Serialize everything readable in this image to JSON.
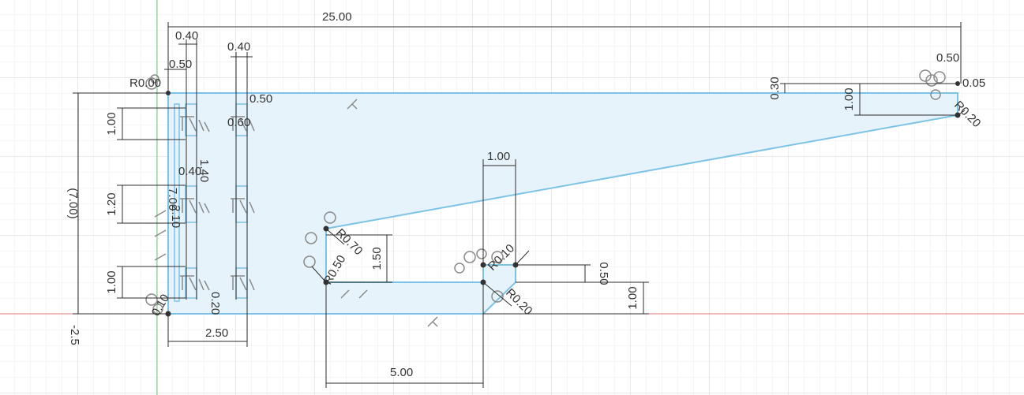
{
  "colors": {
    "grid_minor": "#ececec",
    "grid_major": "#d9d9d9",
    "profile_fill": "#e6f3fb",
    "profile_stroke": "#7cc3e6",
    "x_axis": "#e07a7a",
    "y_axis": "#7ad07a",
    "dimension": "#2d2d2d"
  },
  "dims": {
    "overall_width": "25.00",
    "top_left_040": "0.40",
    "top_mid_040": "0.40",
    "top_left_050": "0.50",
    "radius_00": "R0.00",
    "left_height": "(7.00)",
    "axis_value": "-2.5",
    "left_100_top": "1.00",
    "left_120": "1.20",
    "left_100_bottom": "1.00",
    "bottom_250": "2.50",
    "bottom_500": "5.00",
    "notch_width": "1.00",
    "notch_height": "1.50",
    "radius_070": "R0.70",
    "radius_050": "R0.50",
    "step_050": "0.50",
    "step_100": "1.00",
    "radius_020": "R0.20",
    "radius_010": "R0.10",
    "right_030": "0.30",
    "right_100": "1.00",
    "right_050": "0.50",
    "right_005": "0.05",
    "right_r020": "R0.20",
    "small_140": "1.40",
    "small_040": "0.40",
    "small_050": "0.50",
    "small_700": "7.00",
    "small_210": "2.10",
    "small_010": "0.10",
    "small_020": "0.20",
    "slot_060": "0.60"
  }
}
